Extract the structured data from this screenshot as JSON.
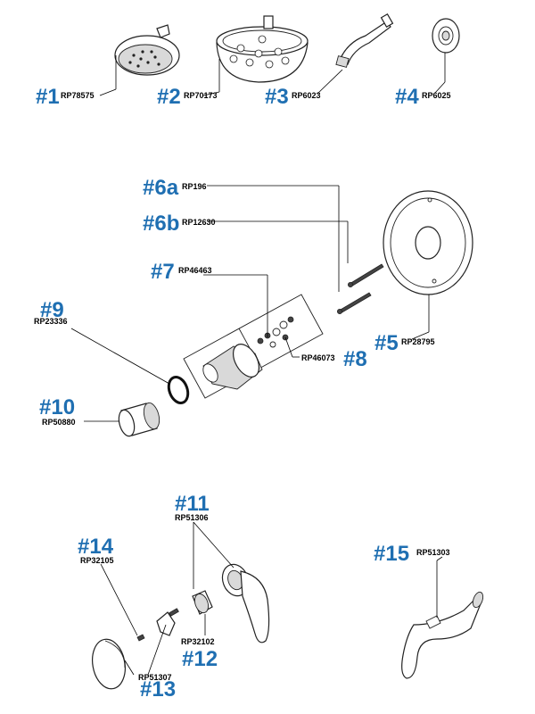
{
  "parts": [
    {
      "num": "#1",
      "code": "RP78575"
    },
    {
      "num": "#2",
      "code": "RP70173"
    },
    {
      "num": "#3",
      "code": "RP6023"
    },
    {
      "num": "#4",
      "code": "RP6025"
    },
    {
      "num": "#6a",
      "code": "RP196"
    },
    {
      "num": "#6b",
      "code": "RP12630"
    },
    {
      "num": "#7",
      "code": "RP46463"
    },
    {
      "num": "#9",
      "code": "RP23336"
    },
    {
      "num": "#8",
      "code": "RP46073"
    },
    {
      "num": "#5",
      "code": "RP28795"
    },
    {
      "num": "#10",
      "code": "RP50880"
    },
    {
      "num": "#11",
      "code": "RP51306"
    },
    {
      "num": "#14",
      "code": "RP32105"
    },
    {
      "num": "#15",
      "code": "RP51303"
    },
    {
      "num": "#12",
      "code": "RP32102"
    },
    {
      "num": "#13",
      "code": "RP51307"
    }
  ],
  "colors": {
    "callout": "#1f6fb2",
    "line": "#000000"
  }
}
